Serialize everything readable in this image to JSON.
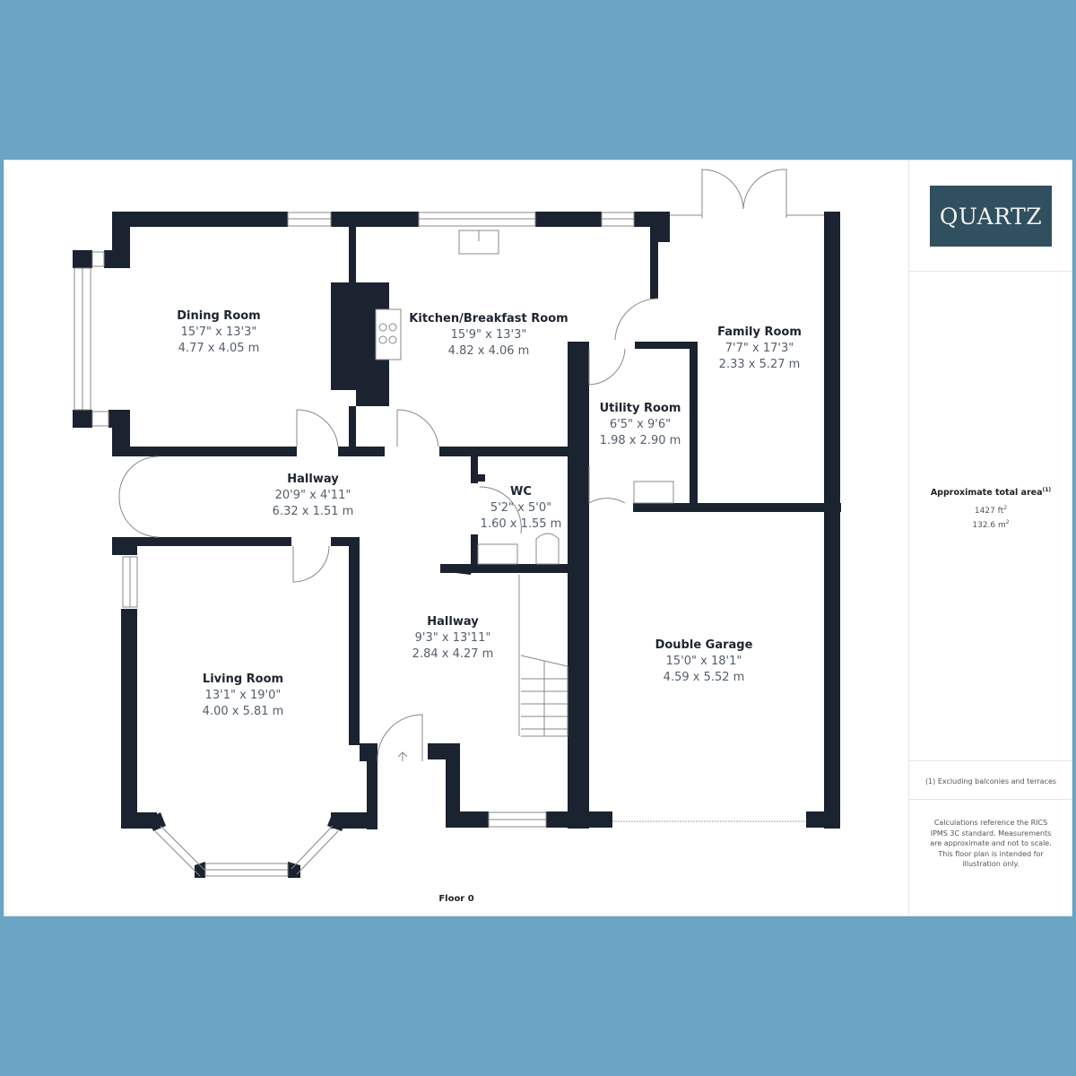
{
  "brand": {
    "logo_text": "QUARTZ",
    "logo_bg": "#31505f",
    "background": "#6aa5c3",
    "wall_color": "#1b2330"
  },
  "floor": {
    "label": "Floor 0"
  },
  "rooms": [
    {
      "name": "Dining Room",
      "imperial": "15'7\" x 13'3\"",
      "metric": "4.77 x 4.05 m"
    },
    {
      "name": "Kitchen/Breakfast Room",
      "imperial": "15'9\" x 13'3\"",
      "metric": "4.82 x 4.06 m"
    },
    {
      "name": "Family Room",
      "imperial": "7'7\" x 17'3\"",
      "metric": "2.33 x 5.27 m"
    },
    {
      "name": "Utility Room",
      "imperial": "6'5\" x 9'6\"",
      "metric": "1.98 x 2.90 m"
    },
    {
      "name": "Hallway",
      "imperial": "20'9\" x 4'11\"",
      "metric": "6.32 x 1.51 m"
    },
    {
      "name": "WC",
      "imperial": "5'2\" x 5'0\"",
      "metric": "1.60 x 1.55 m"
    },
    {
      "name": "Hallway",
      "imperial": "9'3\" x 13'11\"",
      "metric": "2.84 x 4.27 m"
    },
    {
      "name": "Living Room",
      "imperial": "13'1\" x 19'0\"",
      "metric": "4.00 x 5.81 m"
    },
    {
      "name": "Double Garage",
      "imperial": "15'0\" x 18'1\"",
      "metric": "4.59 x 5.52 m"
    }
  ],
  "sidebar": {
    "area_title": "Approximate total area",
    "area_title_sup": "(1)",
    "area_sqft": "1427 ft",
    "area_sqft_sup": "2",
    "area_sqm": "132.6 m",
    "area_sqm_sup": "2",
    "footnote": "(1) Excluding balconies and terraces",
    "disclaimer": "Calculations reference the RICS IPMS 3C standard. Measurements are approximate and not to scale. This floor plan is intended for illustration only."
  }
}
